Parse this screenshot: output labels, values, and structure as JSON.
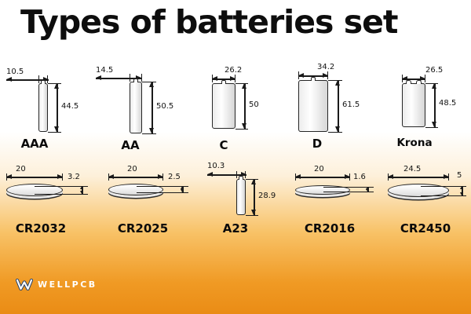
{
  "title": "Types of batteries set",
  "colors": {
    "background_top": "#ffffff",
    "background_bottom": "#ea8c15",
    "ink": "#111111"
  },
  "logo": {
    "brand": "WELLPCB"
  },
  "batteries": [
    {
      "name": "AAA",
      "shape": "cylinder",
      "width_mm": "10.5",
      "height_mm": "44.5"
    },
    {
      "name": "AA",
      "shape": "cylinder",
      "width_mm": "14.5",
      "height_mm": "50.5"
    },
    {
      "name": "C",
      "shape": "cylinder",
      "width_mm": "26.2",
      "height_mm": "50"
    },
    {
      "name": "D",
      "shape": "cylinder",
      "width_mm": "34.2",
      "height_mm": "61.5"
    },
    {
      "name": "Krona",
      "shape": "prism",
      "width_mm": "26.5",
      "height_mm": "48.5"
    },
    {
      "name": "CR2032",
      "shape": "coin",
      "width_mm": "20",
      "height_mm": "3.2"
    },
    {
      "name": "CR2025",
      "shape": "coin",
      "width_mm": "20",
      "height_mm": "2.5"
    },
    {
      "name": "A23",
      "shape": "cylinder",
      "width_mm": "10.3",
      "height_mm": "28.9"
    },
    {
      "name": "CR2016",
      "shape": "coin",
      "width_mm": "20",
      "height_mm": "1.6"
    },
    {
      "name": "CR2450",
      "shape": "coin",
      "width_mm": "24.5",
      "height_mm": "5"
    }
  ]
}
